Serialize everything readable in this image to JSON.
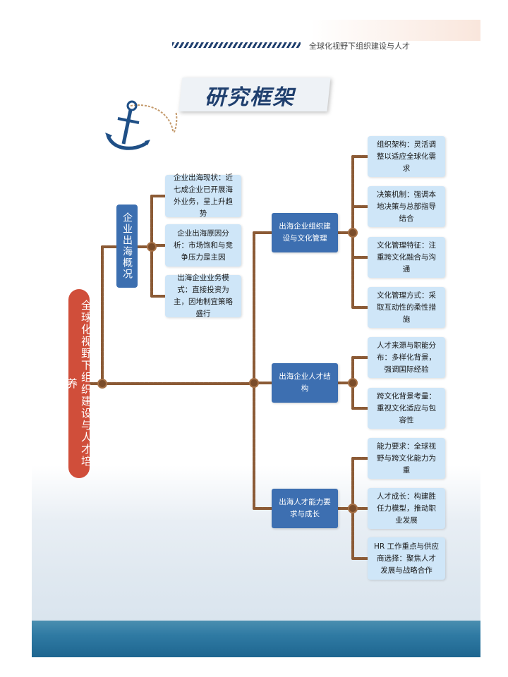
{
  "header": {
    "text": "全球化视野下组织建设与人才"
  },
  "title": "研究框架",
  "root": {
    "label": "全球化视野下组织建设与人才培养"
  },
  "overview": {
    "label": "企业出海概况",
    "items": [
      {
        "label": "企业出海现状：近七成企业已开展海外业务，呈上升趋势"
      },
      {
        "label": "企业出海原因分析：市场饱和与竞争压力是主因"
      },
      {
        "label": "出海企业业务模式：直接投资为主，因地制宜策略盛行"
      }
    ]
  },
  "branches": [
    {
      "label": "出海企业组织建设与文化管理",
      "items": [
        {
          "label": "组织架构：灵活调整以适应全球化需求"
        },
        {
          "label": "决策机制：强调本地决策与总部指导结合"
        },
        {
          "label": "文化管理特征：注重跨文化融合与沟通"
        },
        {
          "label": "文化管理方式：采取互动性的柔性措施"
        }
      ]
    },
    {
      "label": "出海企业人才结构",
      "items": [
        {
          "label": "人才来源与职能分布：多样化背景，强调国际经验"
        },
        {
          "label": "跨文化背景考量：重视文化适应与包容性"
        }
      ]
    },
    {
      "label": "出海人才能力要求与成长",
      "items": [
        {
          "label": "能力要求：全球视野与跨文化能力为重"
        },
        {
          "label": "人才成长：构建胜任力模型，推动职业发展"
        },
        {
          "label": "HR 工作重点与供应商选择：聚焦人才发展与战略合作"
        }
      ]
    }
  ],
  "colors": {
    "rope": "#8b5a35",
    "root": "#d04e3a",
    "mid": "#3d6fb1",
    "leaf": "#cfe6f8",
    "title": "#1f3f6e"
  }
}
